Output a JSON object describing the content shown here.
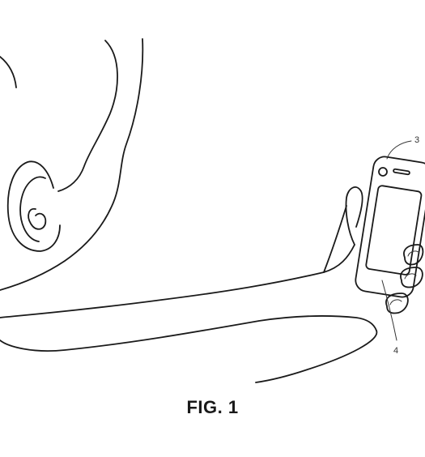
{
  "figure": {
    "caption": "FIG. 1",
    "reference_numerals": {
      "camera": "3",
      "phone": "4"
    }
  }
}
